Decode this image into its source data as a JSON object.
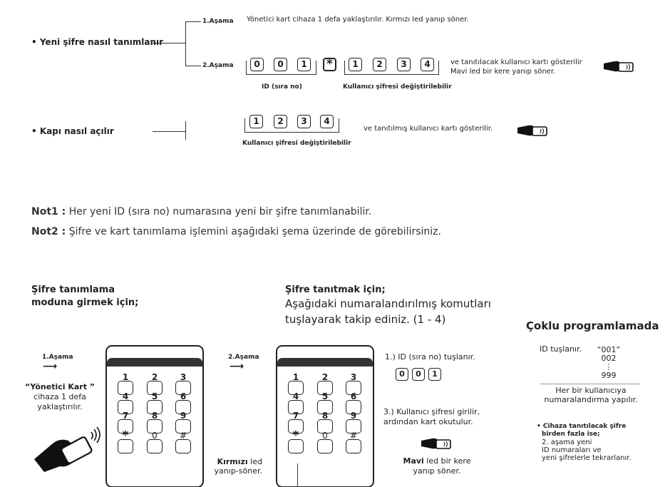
{
  "section1": {
    "title": "• Yeni şifre nasıl tanımlanır",
    "stage1_label": "1.Aşama",
    "stage1_text": "Yönetici kart cihaza 1 defa yaklaştırılır. Kırmızı led yanıp söner.",
    "stage2_label": "2.Aşama",
    "keys_id": [
      "0",
      "0",
      "1"
    ],
    "key_star": "*",
    "keys_pw": [
      "1",
      "2",
      "3",
      "4"
    ],
    "id_caption": "ID (sıra no)",
    "pw_caption": "Kullanıcı şifresi değiştirilebilir",
    "stage2_text_line1": "ve tanıtılacak kullanıcı kartı gösterilir",
    "stage2_text_line2": "Mavi led bir kere yanıp söner."
  },
  "section2": {
    "title": "• Kapı nasıl açılır",
    "keys": [
      "1",
      "2",
      "3",
      "4"
    ],
    "caption": "Kullanıcı şifresi değiştirilebilir",
    "text": "ve tanıtılmış kullanıcı kartı gösterilir."
  },
  "notes": [
    {
      "label": "Not1 :",
      "text": "Her yeni ID (sıra no) numarasına yeni bir şifre tanımlanabilir."
    },
    {
      "label": "Not2 :",
      "text": "Şifre ve kart tanımlama işlemini aşağıdaki şema üzerinde de görebilirsiniz."
    }
  ],
  "diagram_left": {
    "heading_line1": "Şifre tanımlama",
    "heading_line2": "moduna girmek için;",
    "stage_label": "1.Aşama",
    "card_title": "“Yönetici Kart ”",
    "card_line2": "cihaza 1 defa",
    "card_line3": "yaklaştırılır.",
    "led_bold": "Kırmızı",
    "led_rest": " led",
    "led_line2": "yanıp-söner."
  },
  "keypad": {
    "digits": [
      "1",
      "2",
      "3",
      "4",
      "5",
      "6",
      "7",
      "8",
      "9",
      "*",
      "0",
      "#"
    ]
  },
  "diagram_mid": {
    "heading_bold": "Şifre tanıtmak için;",
    "heading_line2": "Aşağıdaki numaralandırılmış komutları",
    "heading_line3": "tuşlayarak takip ediniz. (1 - 4)",
    "stage_label": "2.Aşama",
    "step1": "1.)  ID (sıra no) tuşlanır.",
    "step1_keys": [
      "0",
      "0",
      "1"
    ],
    "step3_line1": "3.) Kullanıcı şifresi girilir,",
    "step3_line2": "ardından kart okutulur.",
    "led_bold": "Mavi",
    "led_rest": " led bir kere",
    "led_line2": "yanıp söner."
  },
  "diagram_right": {
    "heading": "Çoklu programlamada",
    "id_label": "ID tuşlanır.",
    "id_values": [
      "“001”",
      "002",
      "⋮",
      "999"
    ],
    "caption_line1": "Her bir kullanıcıya",
    "caption_line2": "numaralandırma yapılır.",
    "multi_line1": "• Cihaza tanıtılacak şifre",
    "multi_line2": "birden fazla ise;",
    "multi_line3": "2. aşama yeni",
    "multi_line4": "ID numaraları ve",
    "multi_line5": "yeni şifrelerle tekrarlanır."
  }
}
